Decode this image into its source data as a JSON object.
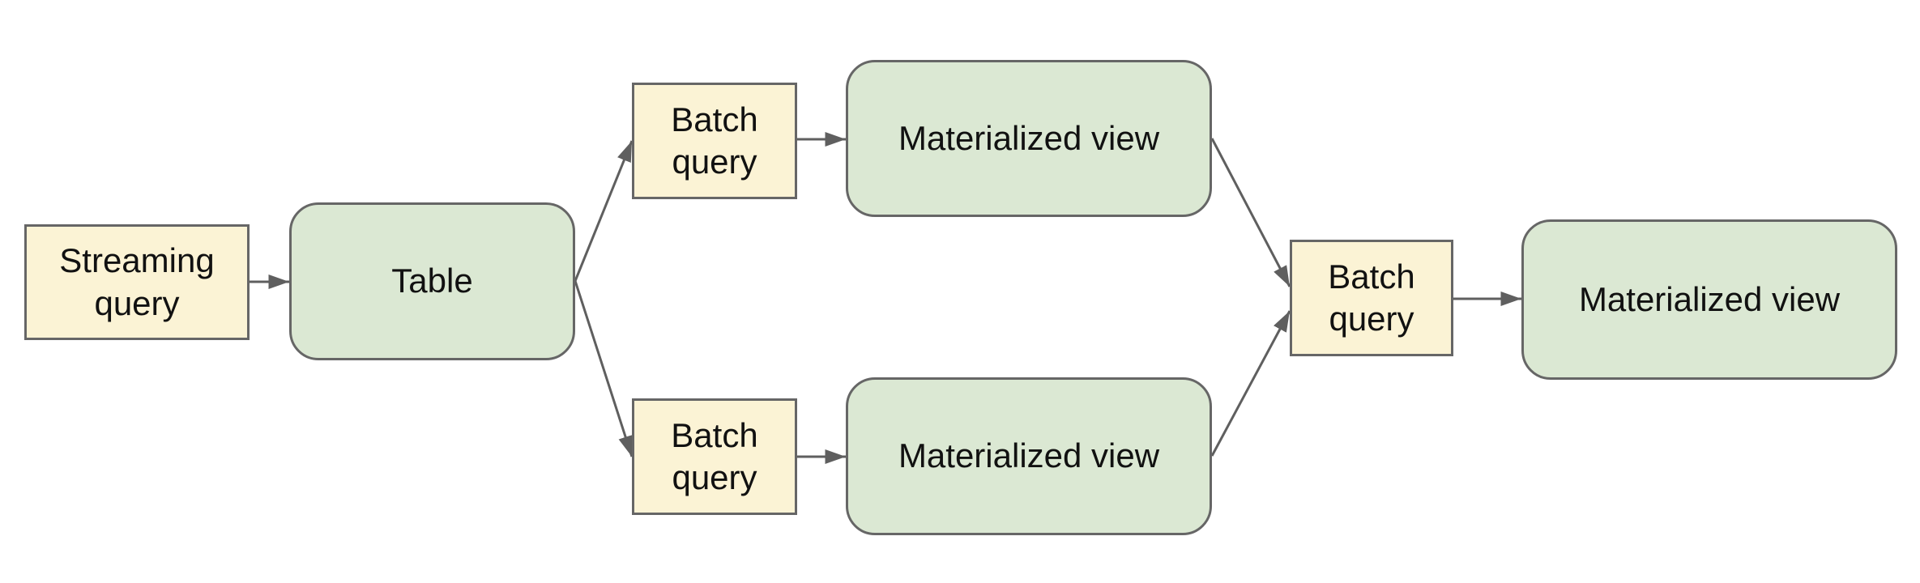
{
  "diagram": {
    "background": "#ffffff",
    "colors": {
      "query_fill": "#fbf3d5",
      "store_fill": "#dbe8d3",
      "box_border": "#666666",
      "arrow": "#5f5f5f",
      "text": "#111111"
    },
    "nodes": [
      {
        "id": "streaming-query",
        "label": "Streaming query",
        "kind": "query"
      },
      {
        "id": "table",
        "label": "Table",
        "kind": "store"
      },
      {
        "id": "batch-query-top",
        "label": "Batch query",
        "kind": "query"
      },
      {
        "id": "materialized-view-top",
        "label": "Materialized view",
        "kind": "store"
      },
      {
        "id": "batch-query-bottom",
        "label": "Batch query",
        "kind": "query"
      },
      {
        "id": "materialized-view-bottom",
        "label": "Materialized view",
        "kind": "store"
      },
      {
        "id": "batch-query-right",
        "label": "Batch query",
        "kind": "query"
      },
      {
        "id": "materialized-view-right",
        "label": "Materialized view",
        "kind": "store"
      }
    ],
    "edges": [
      {
        "from": "streaming-query",
        "to": "table"
      },
      {
        "from": "table",
        "to": "batch-query-top"
      },
      {
        "from": "table",
        "to": "batch-query-bottom"
      },
      {
        "from": "batch-query-top",
        "to": "materialized-view-top"
      },
      {
        "from": "batch-query-bottom",
        "to": "materialized-view-bottom"
      },
      {
        "from": "materialized-view-top",
        "to": "batch-query-right"
      },
      {
        "from": "materialized-view-bottom",
        "to": "batch-query-right"
      },
      {
        "from": "batch-query-right",
        "to": "materialized-view-right"
      }
    ]
  }
}
